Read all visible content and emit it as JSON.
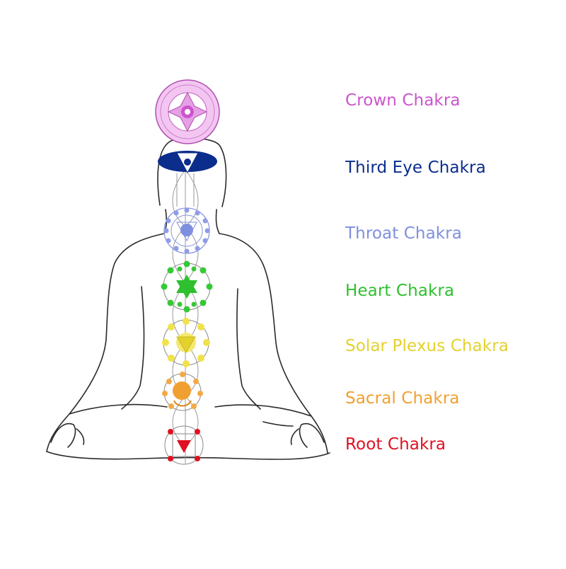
{
  "chakras": [
    {
      "key": "crown",
      "label": "Crown Chakra",
      "color": "#cc55cc"
    },
    {
      "key": "third-eye",
      "label": "Third Eye Chakra",
      "color": "#0b2d8c"
    },
    {
      "key": "throat",
      "label": "Throat Chakra",
      "color": "#7f8fe0"
    },
    {
      "key": "heart",
      "label": "Heart Chakra",
      "color": "#2ec02e"
    },
    {
      "key": "solar-plexus",
      "label": "Solar Plexus Chakra",
      "color": "#e3d12e"
    },
    {
      "key": "sacral",
      "label": "Sacral Chakra",
      "color": "#f0a030"
    },
    {
      "key": "root",
      "label": "Root Chakra",
      "color": "#e01020"
    }
  ],
  "figure": {
    "outline_color": "#2a2a2a",
    "guide_color": "#9a9a9a"
  }
}
